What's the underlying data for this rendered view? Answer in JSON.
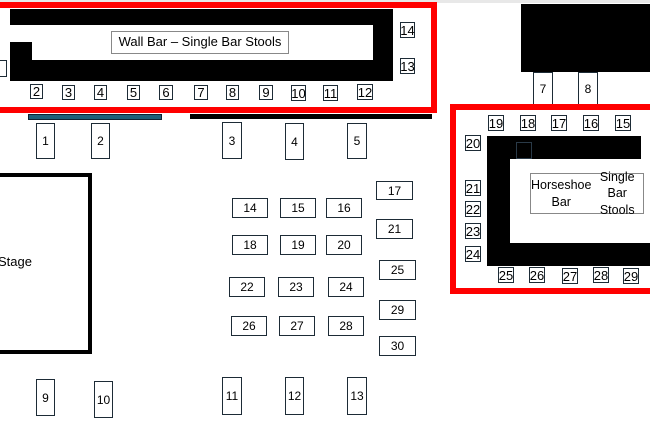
{
  "wall_bar": {
    "label": "Wall Bar – Single Bar Stools",
    "stools": [
      "2",
      "3",
      "4",
      "5",
      "6",
      "7",
      "8",
      "9",
      "10",
      "11",
      "12",
      "13",
      "14"
    ]
  },
  "horseshoe_bar": {
    "label_line1": "Horseshoe Bar",
    "label_line2": "Single Bar Stools",
    "stools": [
      "15",
      "16",
      "17",
      "18",
      "19",
      "20",
      "21",
      "22",
      "23",
      "24",
      "25",
      "26",
      "27",
      "28",
      "29"
    ],
    "outside_stools": [
      "7",
      "8"
    ]
  },
  "stage": {
    "label": "Stage"
  },
  "high_tops": [
    "1",
    "2",
    "3",
    "4",
    "5",
    "9",
    "10",
    "11",
    "12",
    "13"
  ],
  "tables": [
    "14",
    "15",
    "16",
    "17",
    "18",
    "19",
    "20",
    "21",
    "22",
    "23",
    "24",
    "25",
    "26",
    "27",
    "28",
    "29",
    "30"
  ],
  "colors": {
    "highlight": "#ff0000",
    "bar": "#000000",
    "rail": "#1f5f7a"
  }
}
